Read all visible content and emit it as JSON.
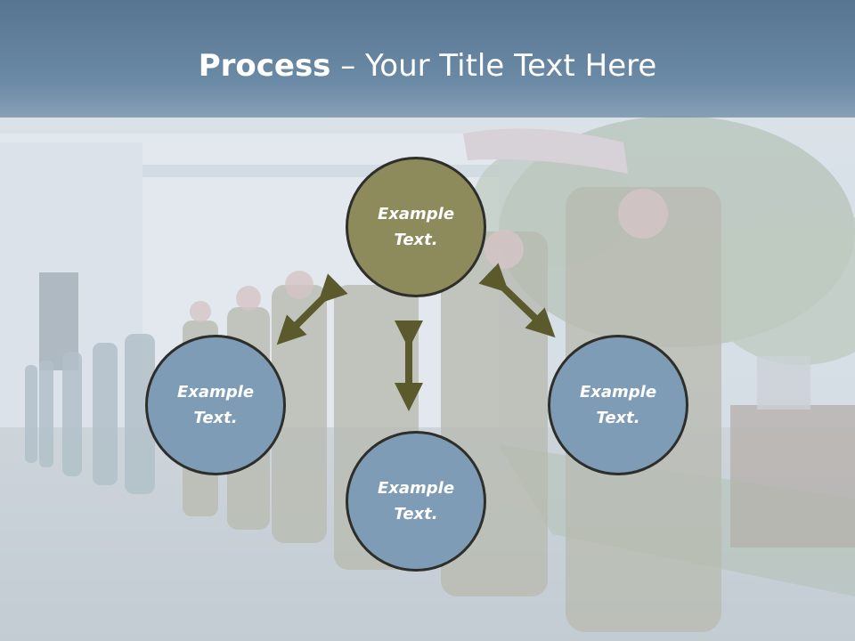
{
  "slide": {
    "title_bold": "Process",
    "title_rest": " – Your Title Text Here"
  },
  "diagram": {
    "nodes": [
      {
        "id": "top",
        "text": "Example\nText."
      },
      {
        "id": "left",
        "text": "Example\nText."
      },
      {
        "id": "right",
        "text": "Example\nText."
      },
      {
        "id": "bottom",
        "text": "Example\nText."
      }
    ]
  },
  "colors": {
    "title_band": "#577591",
    "node_olive": "#8d8a5c",
    "node_blue": "#7f9cb6",
    "arrow": "#5b5a2c",
    "node_border": "#2e2e2a"
  }
}
